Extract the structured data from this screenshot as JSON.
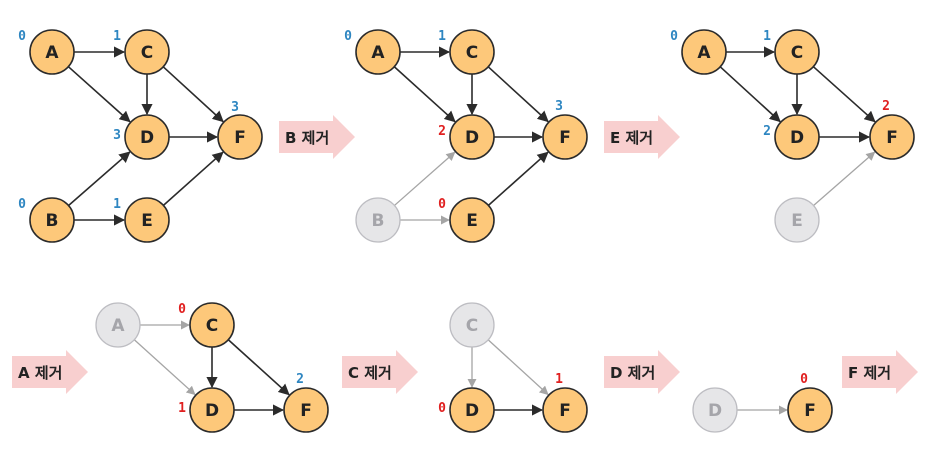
{
  "colors": {
    "active_fill": "#FDC87A",
    "active_stroke": "#2b2b2b",
    "active_text": "#222222",
    "removed_fill": "#E6E6E8",
    "removed_stroke": "#BDBDC2",
    "removed_text": "#A5A5AA",
    "edge_active": "#2b2b2b",
    "edge_removed": "#A5A5A5",
    "indeg_unchanged": "#2E86C1",
    "indeg_changed": "#E02020",
    "step_arrow_fill": "#F8CFCF"
  },
  "steps": [
    {
      "id": "initial",
      "nodes": [
        {
          "label": "A",
          "state": "active",
          "indegree": "0",
          "indeg_color": "unchanged"
        },
        {
          "label": "C",
          "state": "active",
          "indegree": "1",
          "indeg_color": "unchanged"
        },
        {
          "label": "D",
          "state": "active",
          "indegree": "3",
          "indeg_color": "unchanged"
        },
        {
          "label": "F",
          "state": "active",
          "indegree": "3",
          "indeg_color": "unchanged"
        },
        {
          "label": "B",
          "state": "active",
          "indegree": "0",
          "indeg_color": "unchanged"
        },
        {
          "label": "E",
          "state": "active",
          "indegree": "1",
          "indeg_color": "unchanged"
        }
      ],
      "edges": [
        {
          "from": "A",
          "to": "C",
          "state": "active"
        },
        {
          "from": "A",
          "to": "D",
          "state": "active"
        },
        {
          "from": "C",
          "to": "D",
          "state": "active"
        },
        {
          "from": "C",
          "to": "F",
          "state": "active"
        },
        {
          "from": "D",
          "to": "F",
          "state": "active"
        },
        {
          "from": "B",
          "to": "D",
          "state": "active"
        },
        {
          "from": "B",
          "to": "E",
          "state": "active"
        },
        {
          "from": "E",
          "to": "F",
          "state": "active"
        }
      ]
    },
    {
      "id": "after-B",
      "nodes": [
        {
          "label": "A",
          "state": "active",
          "indegree": "0",
          "indeg_color": "unchanged"
        },
        {
          "label": "C",
          "state": "active",
          "indegree": "1",
          "indeg_color": "unchanged"
        },
        {
          "label": "D",
          "state": "active",
          "indegree": "2",
          "indeg_color": "changed"
        },
        {
          "label": "F",
          "state": "active",
          "indegree": "3",
          "indeg_color": "unchanged"
        },
        {
          "label": "B",
          "state": "removed",
          "indegree": "",
          "indeg_color": "unchanged"
        },
        {
          "label": "E",
          "state": "active",
          "indegree": "0",
          "indeg_color": "changed"
        }
      ],
      "edges": [
        {
          "from": "A",
          "to": "C",
          "state": "active"
        },
        {
          "from": "A",
          "to": "D",
          "state": "active"
        },
        {
          "from": "C",
          "to": "D",
          "state": "active"
        },
        {
          "from": "C",
          "to": "F",
          "state": "active"
        },
        {
          "from": "D",
          "to": "F",
          "state": "active"
        },
        {
          "from": "B",
          "to": "D",
          "state": "removed"
        },
        {
          "from": "B",
          "to": "E",
          "state": "removed"
        },
        {
          "from": "E",
          "to": "F",
          "state": "active"
        }
      ]
    },
    {
      "id": "after-E",
      "nodes": [
        {
          "label": "A",
          "state": "active",
          "indegree": "0",
          "indeg_color": "unchanged"
        },
        {
          "label": "C",
          "state": "active",
          "indegree": "1",
          "indeg_color": "unchanged"
        },
        {
          "label": "D",
          "state": "active",
          "indegree": "2",
          "indeg_color": "unchanged"
        },
        {
          "label": "F",
          "state": "active",
          "indegree": "2",
          "indeg_color": "changed"
        },
        {
          "label": "E",
          "state": "removed",
          "indegree": "",
          "indeg_color": "unchanged"
        }
      ],
      "edges": [
        {
          "from": "A",
          "to": "C",
          "state": "active"
        },
        {
          "from": "A",
          "to": "D",
          "state": "active"
        },
        {
          "from": "C",
          "to": "D",
          "state": "active"
        },
        {
          "from": "C",
          "to": "F",
          "state": "active"
        },
        {
          "from": "D",
          "to": "F",
          "state": "active"
        },
        {
          "from": "E",
          "to": "F",
          "state": "removed"
        }
      ]
    },
    {
      "id": "after-A",
      "nodes": [
        {
          "label": "A",
          "state": "removed",
          "indegree": "",
          "indeg_color": "unchanged"
        },
        {
          "label": "C",
          "state": "active",
          "indegree": "0",
          "indeg_color": "changed"
        },
        {
          "label": "D",
          "state": "active",
          "indegree": "1",
          "indeg_color": "changed"
        },
        {
          "label": "F",
          "state": "active",
          "indegree": "2",
          "indeg_color": "unchanged"
        }
      ],
      "edges": [
        {
          "from": "A",
          "to": "C",
          "state": "removed"
        },
        {
          "from": "A",
          "to": "D",
          "state": "removed"
        },
        {
          "from": "C",
          "to": "D",
          "state": "active"
        },
        {
          "from": "C",
          "to": "F",
          "state": "active"
        },
        {
          "from": "D",
          "to": "F",
          "state": "active"
        }
      ]
    },
    {
      "id": "after-C",
      "nodes": [
        {
          "label": "C",
          "state": "removed",
          "indegree": "",
          "indeg_color": "unchanged"
        },
        {
          "label": "D",
          "state": "active",
          "indegree": "0",
          "indeg_color": "changed"
        },
        {
          "label": "F",
          "state": "active",
          "indegree": "1",
          "indeg_color": "changed"
        }
      ],
      "edges": [
        {
          "from": "C",
          "to": "D",
          "state": "removed"
        },
        {
          "from": "C",
          "to": "F",
          "state": "removed"
        },
        {
          "from": "D",
          "to": "F",
          "state": "active"
        }
      ]
    },
    {
      "id": "after-D",
      "nodes": [
        {
          "label": "D",
          "state": "removed",
          "indegree": "",
          "indeg_color": "unchanged"
        },
        {
          "label": "F",
          "state": "active",
          "indegree": "0",
          "indeg_color": "changed"
        }
      ],
      "edges": [
        {
          "from": "D",
          "to": "F",
          "state": "removed"
        }
      ]
    }
  ],
  "transitions": [
    {
      "label": "B 제거"
    },
    {
      "label": "E 제거"
    },
    {
      "label": "A 제거"
    },
    {
      "label": "C 제거"
    },
    {
      "label": "D 제거"
    },
    {
      "label": "F 제거"
    }
  ]
}
